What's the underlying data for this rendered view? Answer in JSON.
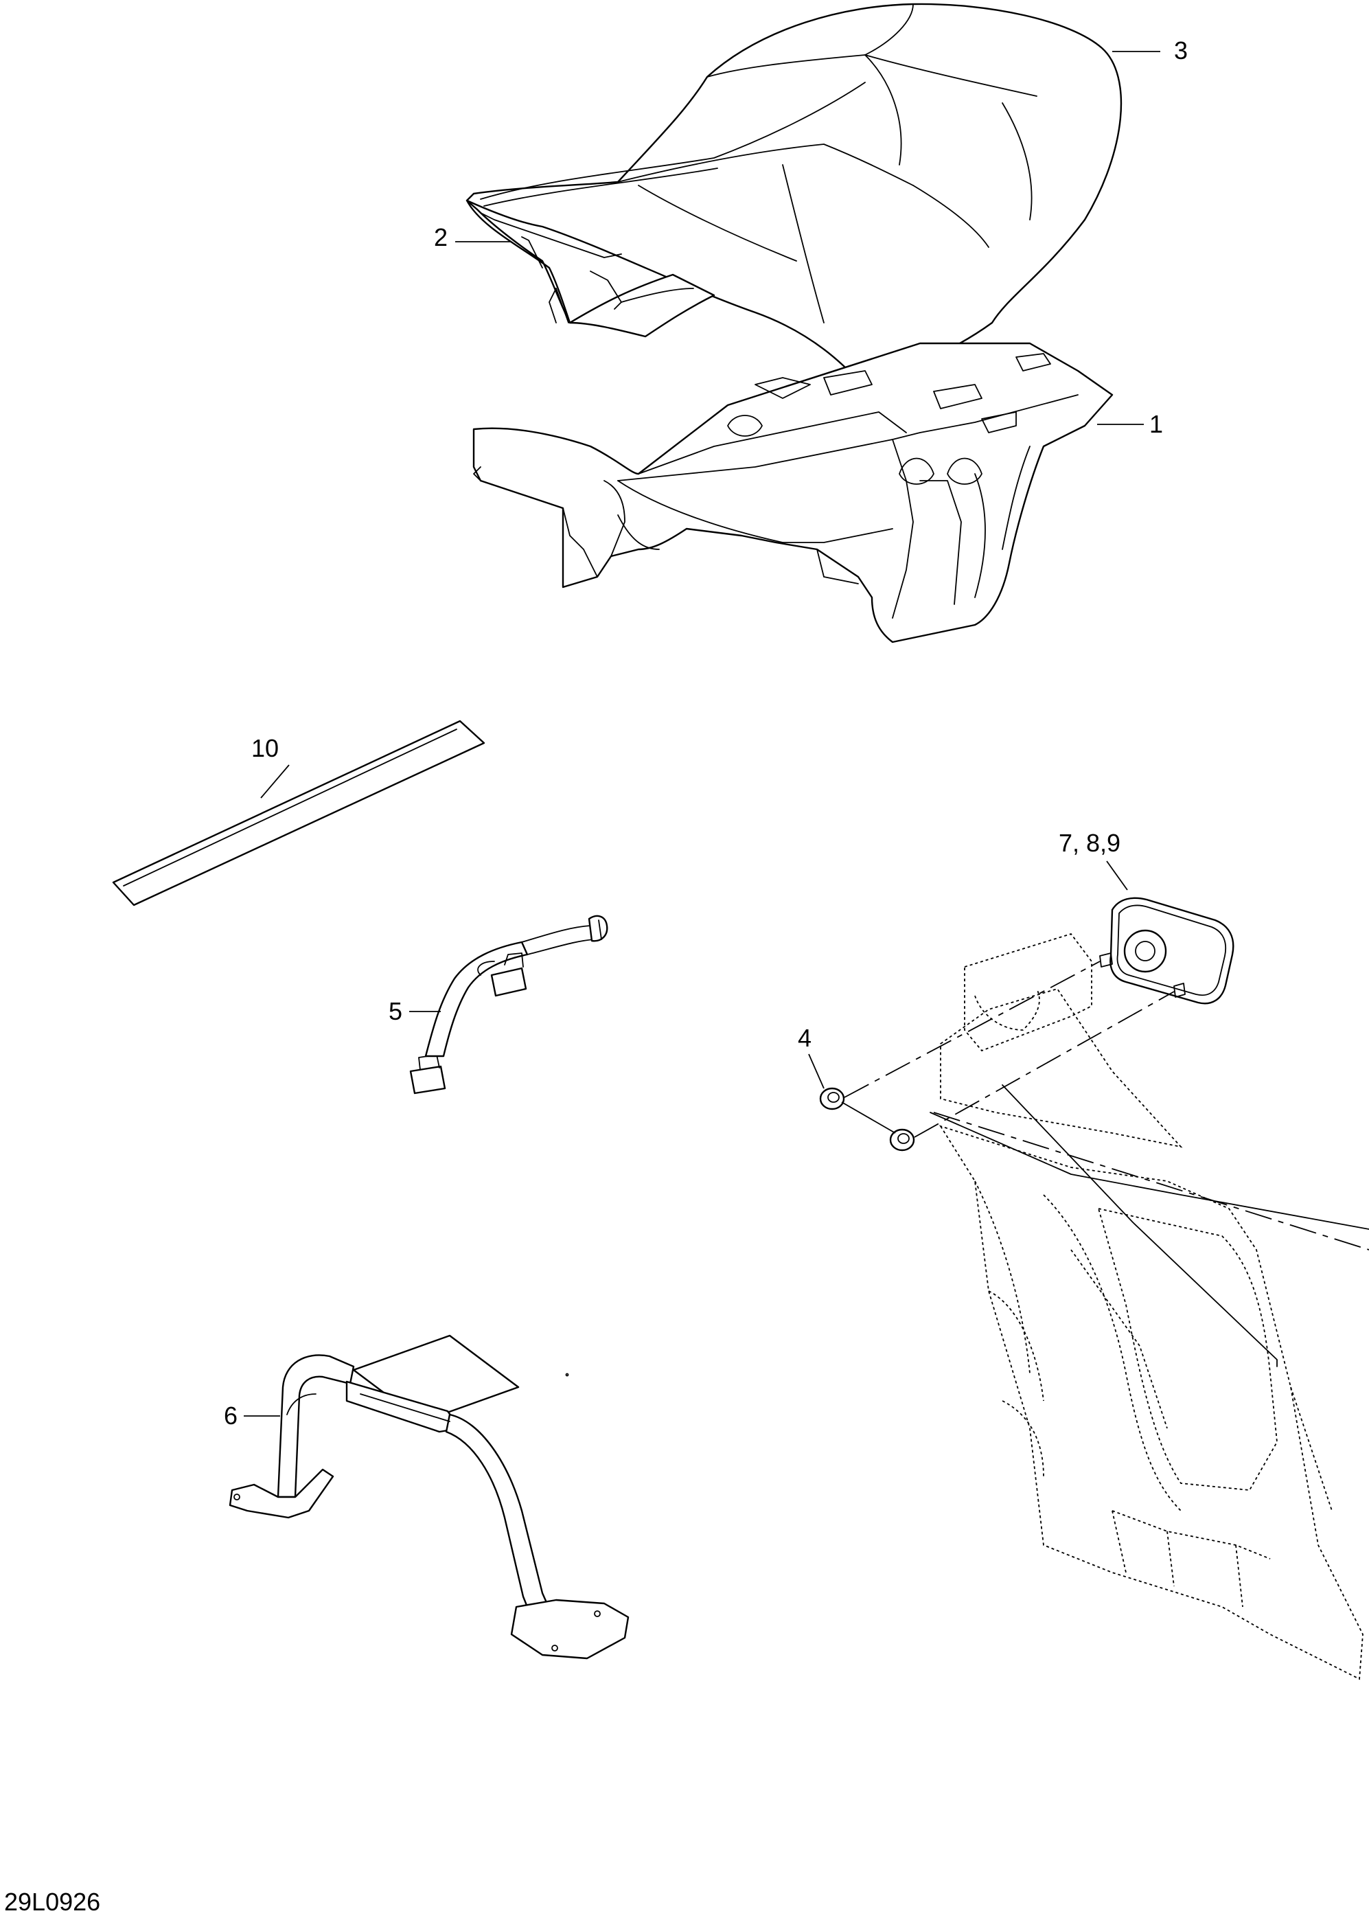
{
  "drawing": {
    "code": "29L0926"
  },
  "callouts": {
    "c1": "1",
    "c2": "2",
    "c3": "3",
    "c4": "4",
    "c5": "5",
    "c6": "6",
    "c789": "7, 8,9",
    "c10": "10"
  },
  "colors": {
    "line": "#000000",
    "background": "#ffffff"
  }
}
